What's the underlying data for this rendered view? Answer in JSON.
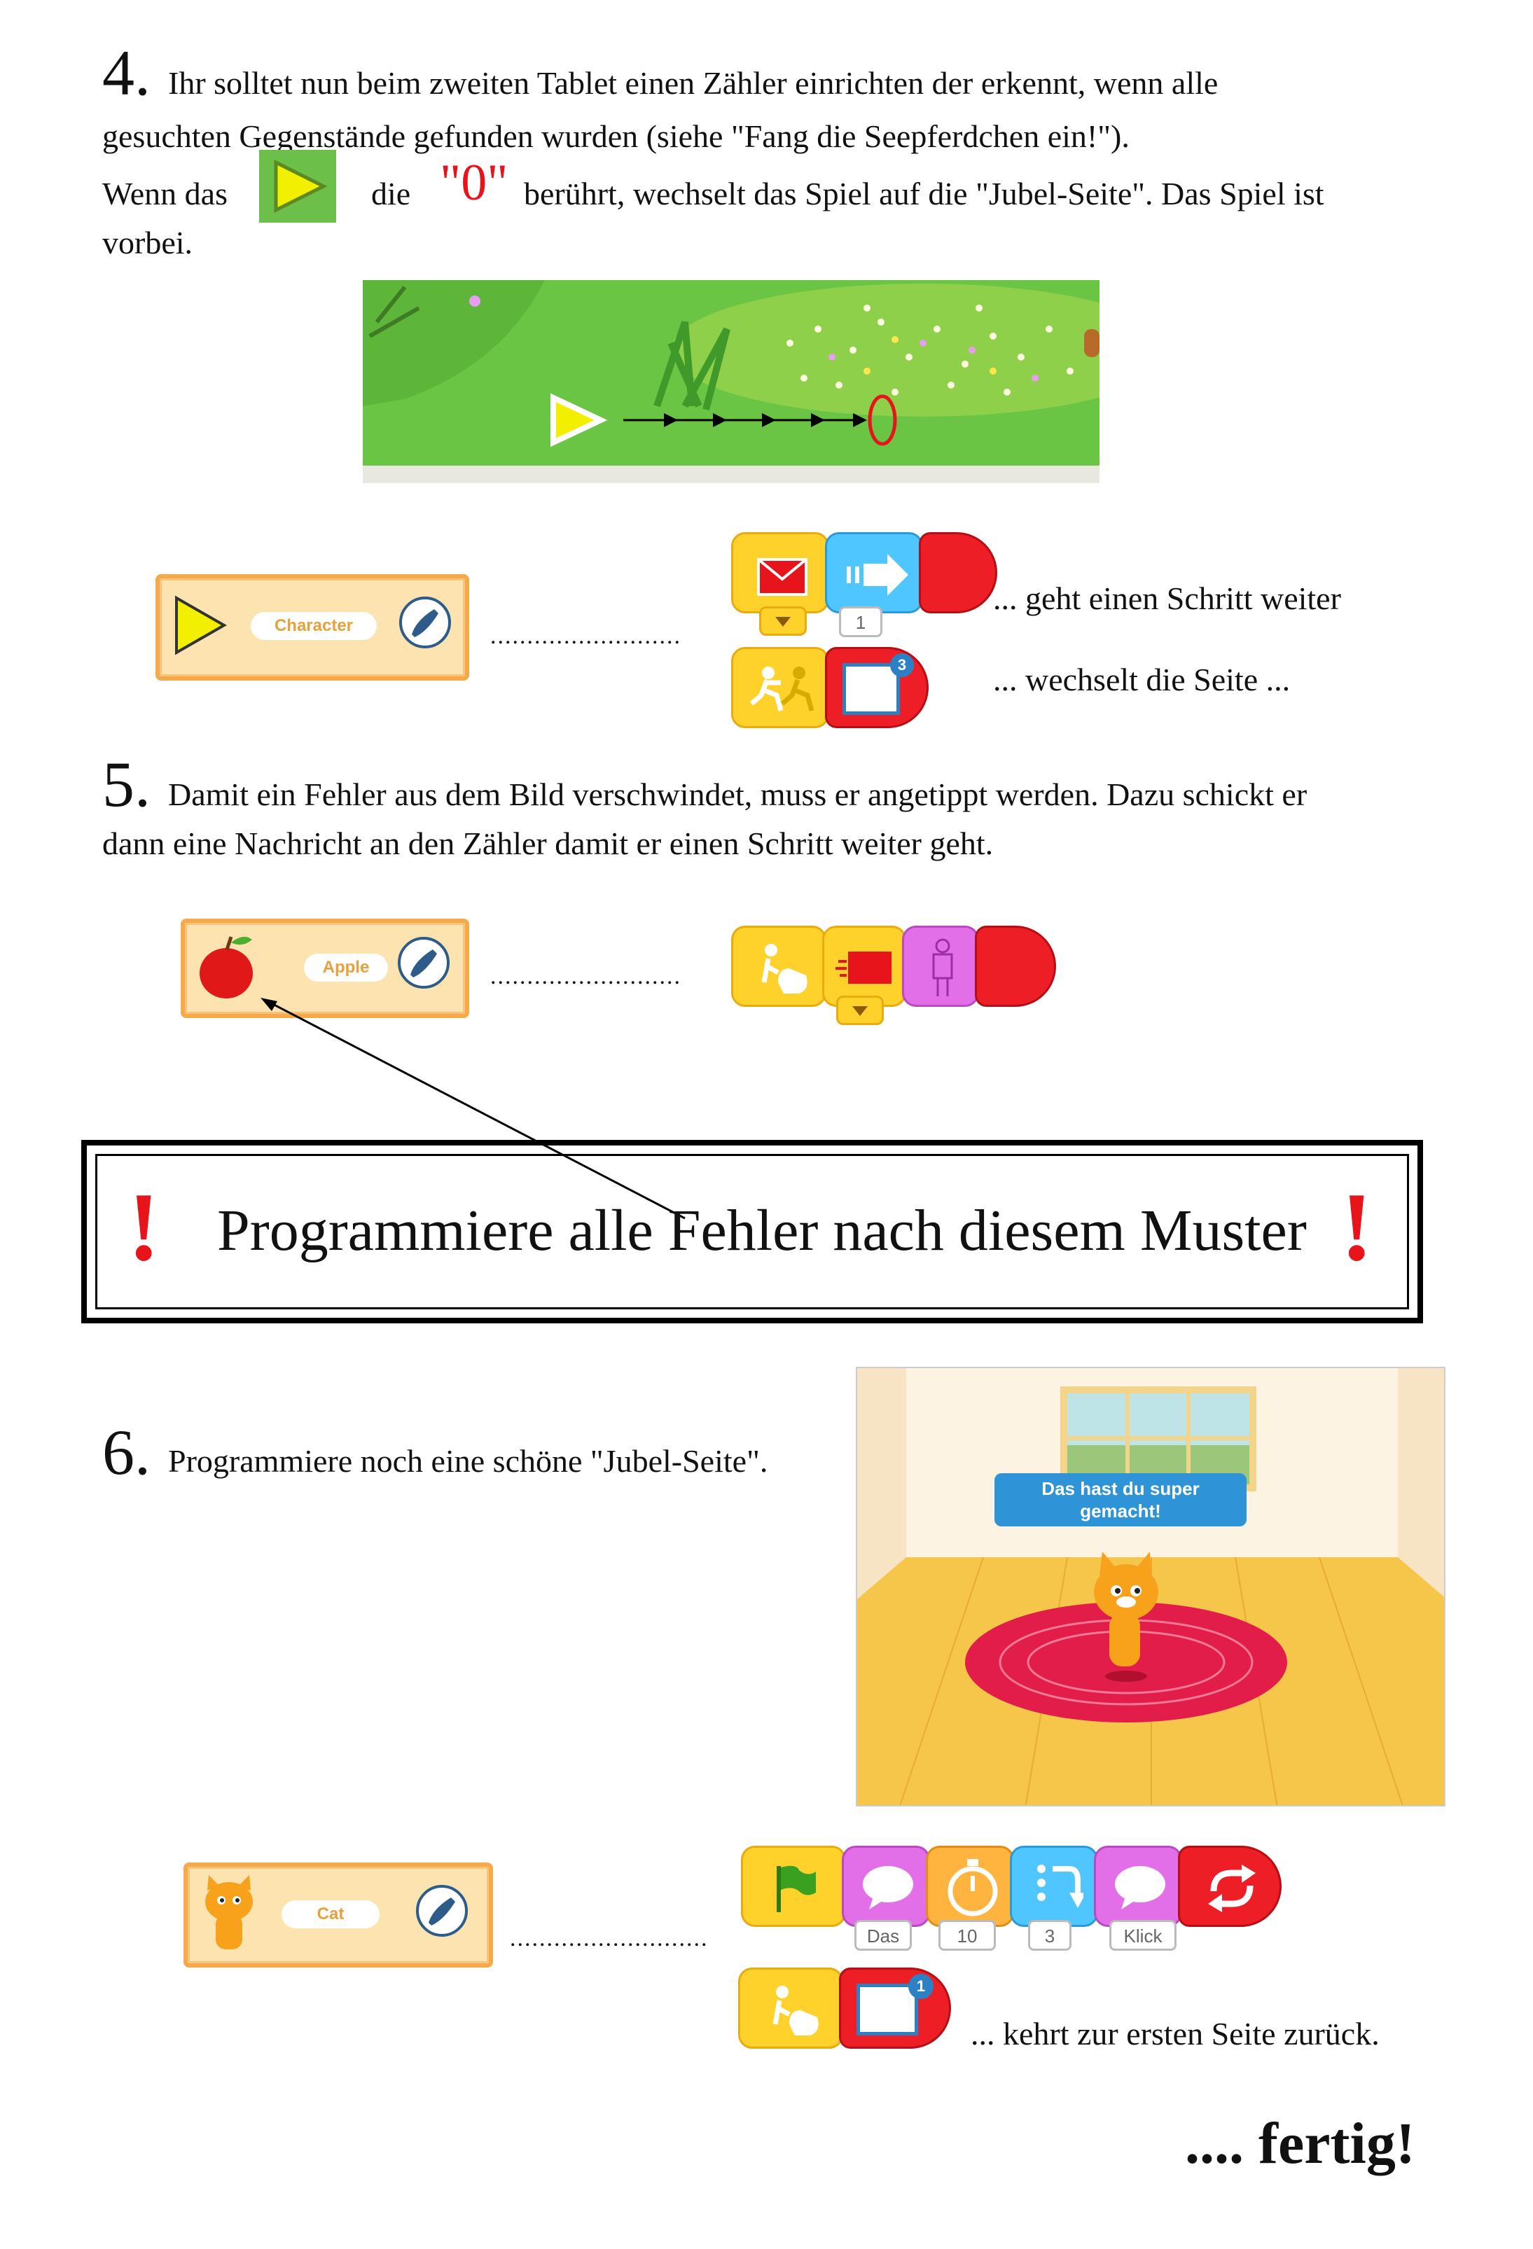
{
  "section4": {
    "number": "4.",
    "line1": "Ihr solltet nun beim zweiten Tablet einen Zähler einrichten der erkennt, wenn alle",
    "line2": "gesuchten Gegenstände gefunden wurden (siehe \"Fang die Seepferdchen ein!\").",
    "line3_a": "Wenn das",
    "line3_b": "die",
    "zero": "\"0\"",
    "line3_c": "berührt, wechselt das Spiel auf die \"Jubel-Seite\". Das Spiel ist",
    "line4": "vorbei.",
    "sprite_label": "Character",
    "dots": "..........................",
    "block_arg": "1",
    "page_badge": "3",
    "caption1": "... geht einen Schritt weiter",
    "caption2": "... wechselt die Seite ..."
  },
  "section5": {
    "number": "5.",
    "line1": "Damit ein Fehler aus dem Bild verschwindet, muss er angetippt werden. Dazu schickt er",
    "line2": "dann eine Nachricht an den Zähler damit er einen Schritt weiter geht.",
    "sprite_label": "Apple",
    "dots": ".........................."
  },
  "banner": {
    "mark": "!",
    "text": "Programmiere alle Fehler nach diesem Muster"
  },
  "section6": {
    "number": "6.",
    "line1": "Programmiere noch eine schöne \"Jubel-Seite\".",
    "speech": "Das hast du super gemacht!",
    "sprite_label": "Cat",
    "dots": "...........................",
    "args": [
      "Das",
      "10",
      "3",
      "Klick"
    ],
    "page_badge": "1",
    "caption": "... kehrt zur ersten Seite zurück."
  },
  "footer": {
    "text": ".... fertig!"
  },
  "colors": {
    "block_yellow": "#ffd22b",
    "block_blue": "#4fc6ff",
    "block_red": "#ee1e27",
    "block_pink": "#e36fe8",
    "block_orange": "#ffb440",
    "block_green": "#70d83c",
    "warning_red": "#e8141c",
    "card_bg": "#fde3b0"
  }
}
